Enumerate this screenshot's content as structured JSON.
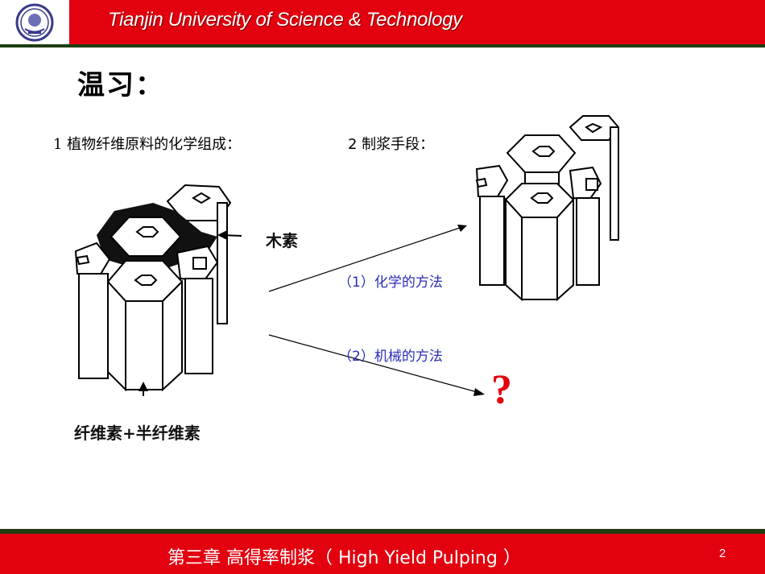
{
  "header": {
    "title": "Tianjin University of Science & Technology",
    "logo": "university-seal"
  },
  "slide": {
    "title": "温习：",
    "item1": "1  植物纤维原料的化学组成：",
    "item2": "2  制浆手段：",
    "label_lignin": "木素",
    "label_cellulose": "纤维素+半纤维素",
    "method1": "（1）化学的方法",
    "method2": "（2）机械的方法",
    "unknown_mark": "?"
  },
  "footer": {
    "title": "第三章  高得率制浆（ High Yield Pulping ）",
    "page_number": "2"
  },
  "colors": {
    "header_red": "#e3000f",
    "dark_green_rule": "#1e3d12",
    "method_blue": "#2b2bb8",
    "question_red": "#e3000f"
  }
}
